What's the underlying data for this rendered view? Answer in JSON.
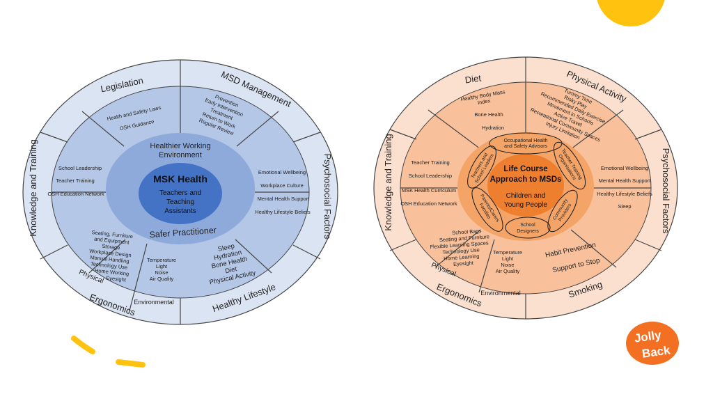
{
  "left": {
    "core_title": "MSK Health",
    "core_lines": [
      "Teachers and",
      "Teaching",
      "Assistants"
    ],
    "inner_top": [
      "Healthier Working",
      "Environment"
    ],
    "inner_bottom": "Safer Practitioner",
    "outer": {
      "top_left": "Legislation",
      "top_right": "MSD Management",
      "left": "Knowledge and Training",
      "right": "Psychosocial Factors",
      "bottom_right": "Healthy Lifestyle",
      "bottom_left": "Ergonomics",
      "physical": "Physical",
      "environmental": "Environmental"
    },
    "legislation_items": [
      "Health and Safety Laws",
      "OSH Guidance"
    ],
    "msd_items": [
      "Prevention",
      "Early Intervention",
      "Treatment",
      "Return to Work",
      "Regular Review"
    ],
    "training_items": [
      "School Leadership",
      "Teacher Training",
      "OSH Education Network"
    ],
    "psychosocial_items": [
      "Emotional Wellbeing",
      "Workplace Culture",
      "Mental Health Support",
      "Healthy Lifestyle Beliefs"
    ],
    "lifestyle_items": [
      "Sleep",
      "Hydration",
      "Bone Health",
      "Diet",
      "Physical Activity"
    ],
    "physical_items": [
      "Seating, Furniture",
      "and Equipment",
      "Storage",
      "Workplace Design",
      "Manual Handling",
      "Technology Use",
      "Home Working",
      "Eyesight"
    ],
    "environmental_items": [
      "Temperature",
      "Light",
      "Noise",
      "Air Quality"
    ]
  },
  "right": {
    "core_title": [
      "Life Course",
      "Approach to MSDs"
    ],
    "core_lines": [
      "Children and",
      "Young People"
    ],
    "outer": {
      "top_left": "Diet",
      "top_right": "Physical Activity",
      "left": "Knowledge and Training",
      "right": "Psychosocial Factors",
      "bottom_right": "Smoking",
      "bottom_left": "Ergonomics",
      "physical": "Physical",
      "environmental": "Environmental"
    },
    "diet_items": [
      "Healthy Body Mass",
      "Index",
      "Bone Health",
      "Hydration"
    ],
    "activity_items": [
      "Tummy Time",
      "Risky Play",
      "Recommended Daily Exercise",
      "Movement in Schools",
      "Active Travel",
      "Recreational Community Spaces",
      "Injury Limitation"
    ],
    "training_items": [
      "Teacher Training",
      "School Leadership",
      "MSK Health Curriculum",
      "OSH Education Network"
    ],
    "psychosocial_items": [
      "Emotional Wellbeing",
      "Mental Health Support",
      "Healthy Lifestyle Beliefs",
      "Sleep"
    ],
    "smoking_items": [
      "Habit Prevention",
      "Support to Stop"
    ],
    "physical_items": [
      "School Bags",
      "Seating and Furniture",
      "Flexible Learning Spaces",
      "Technology Use",
      "Home Learning",
      "Eyesight"
    ],
    "environmental_items": [
      "Temperature",
      "Light",
      "Noise",
      "Air Quality"
    ],
    "stakeholders": {
      "top": [
        "Occupational Health",
        "and Safety Advisors"
      ],
      "top_right": [
        "Teacher Training",
        "Organisations"
      ],
      "bottom_right": [
        "Community",
        "Providers"
      ],
      "bottom": [
        "School",
        "Designers"
      ],
      "bottom_left": [
        "Parents/Carers",
        "Families"
      ],
      "top_left": [
        "Teachers and",
        "School Leaders"
      ]
    }
  },
  "logo": {
    "line1": "Jolly",
    "line2": "Back"
  },
  "colors": {
    "blue_outer": "#dbe4f2",
    "blue_mid": "#b4c7e7",
    "blue_inner": "#8eaadb",
    "blue_core": "#4472c4",
    "orange_outer": "#fbe0cf",
    "orange_mid": "#f8c09b",
    "orange_inner": "#f4a467",
    "orange_core": "#ee7f2f",
    "logo": "#f36f21",
    "accent": "#ffc20e"
  }
}
